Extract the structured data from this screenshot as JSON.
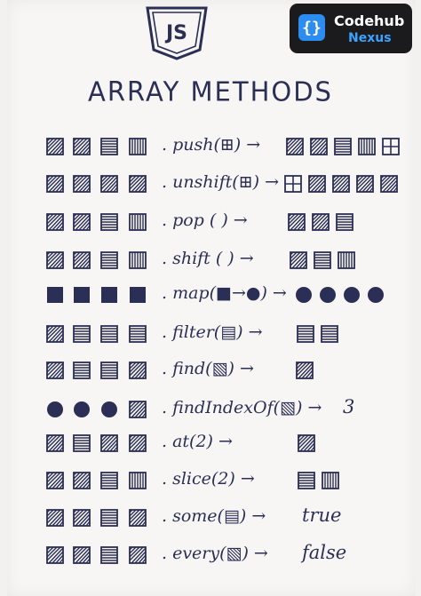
{
  "badge": {
    "text": "JS"
  },
  "brand": {
    "name": "Codehub",
    "sub": "Nexus"
  },
  "title": "ARRAY METHODS",
  "rows": [
    {
      "label": ". push(⊞) →",
      "input": [
        "diag",
        "diag",
        "hline",
        "vline"
      ],
      "output": [
        "diag",
        "diag",
        "hline",
        "vline",
        "grid"
      ]
    },
    {
      "label": ". unshift(⊞) →",
      "input": [
        "diag",
        "diag",
        "diag",
        "diag"
      ],
      "output": [
        "grid",
        "diag",
        "diag",
        "diag",
        "diag"
      ]
    },
    {
      "label": ". pop ( ) →",
      "input": [
        "diag",
        "diag",
        "hline",
        "vline"
      ],
      "output": [
        "diag",
        "diag",
        "hline"
      ]
    },
    {
      "label": ". shift ( ) →",
      "input": [
        "diag",
        "diag",
        "hline",
        "vline"
      ],
      "output": [
        "diag",
        "hline",
        "vline"
      ]
    },
    {
      "label": ". map(■→●) →",
      "input": [
        "solid",
        "solid",
        "solid",
        "solid"
      ],
      "output": [
        "dot",
        "dot",
        "dot",
        "dot"
      ]
    },
    {
      "label": ". filter(▤) →",
      "input": [
        "diag",
        "hline",
        "hline",
        "hline"
      ],
      "output": [
        "hline",
        "hline"
      ]
    },
    {
      "label": ". find(▧) →",
      "input": [
        "diag",
        "hline",
        "hline",
        "diag"
      ],
      "output": [
        "diag"
      ]
    },
    {
      "label": ". findIndexOf(▧) →",
      "input": [
        "dot",
        "dot",
        "dot",
        "diag"
      ],
      "result": "3"
    },
    {
      "label": ". at(2) →",
      "input": [
        "diag",
        "hline",
        "diag",
        "diag"
      ],
      "output": [
        "diag"
      ]
    },
    {
      "label": ". slice(2) →",
      "input": [
        "diag",
        "diag",
        "hline",
        "vline"
      ],
      "output": [
        "hline",
        "vline"
      ]
    },
    {
      "label": ". some(▤) →",
      "input": [
        "diag",
        "diag",
        "hline",
        "diag"
      ],
      "result": "true"
    },
    {
      "label": ". every(▧) →",
      "input": [
        "diag",
        "diag",
        "hline",
        "diag"
      ],
      "result": "false"
    }
  ]
}
